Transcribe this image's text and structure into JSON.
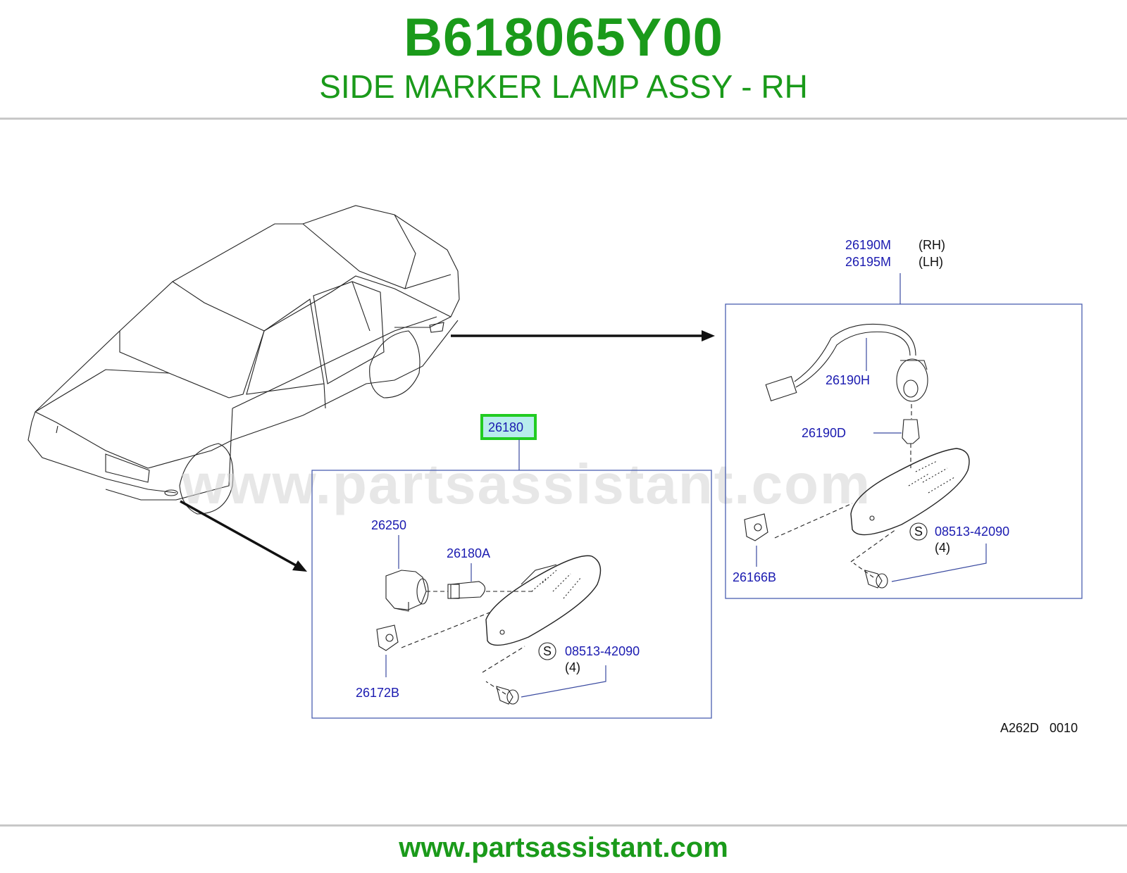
{
  "header": {
    "part_number": "B618065Y00",
    "part_name": "SIDE MARKER LAMP ASSY - RH"
  },
  "watermark": "www.partsassistant.com",
  "footer": {
    "url": "www.partsassistant.com"
  },
  "diagram": {
    "front_group": {
      "highlighted_part": "26180",
      "parts": [
        "26250",
        "26180A",
        "26172B"
      ],
      "screw_part": "08513-42090",
      "screw_qty": "(4)",
      "screw_symbol": "S"
    },
    "rear_group": {
      "parts_rh": "26190M",
      "parts_rh_side": "(RH)",
      "parts_lh": "26195M",
      "parts_lh_side": "(LH)",
      "harness": "26190H",
      "bulb": "26190D",
      "clip": "26166B",
      "screw_part": "08513-42090",
      "screw_qty": "(4)",
      "screw_symbol": "S"
    },
    "drawing_code": "A262D   0010"
  },
  "colors": {
    "brand_green": "#1a9a1a",
    "label_blue": "#1a1ab0",
    "highlight": "#22cc22",
    "highlight_fill": "#b8ecec"
  }
}
